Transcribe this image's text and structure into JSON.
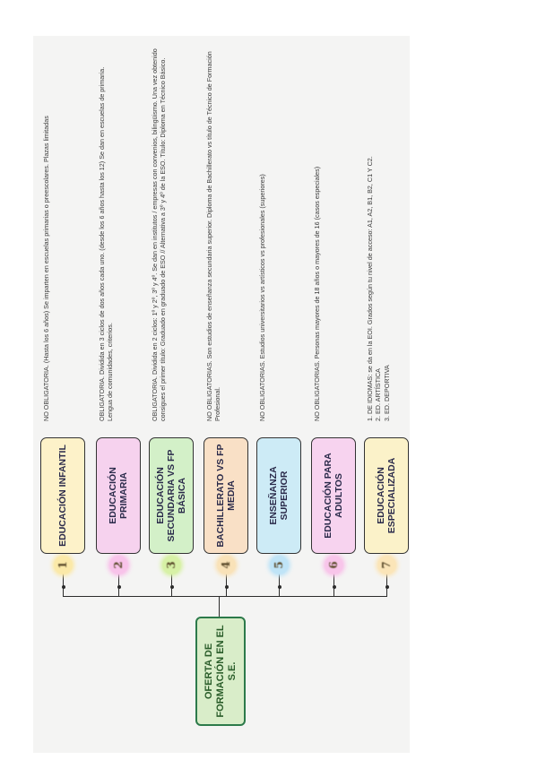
{
  "root_label": "OFERTA DE FORMACIÓN EN EL S.E.",
  "items": [
    {
      "number": "1",
      "category": "EDUCACIÓN INFANTIL",
      "description": "NO OBLIGATORIA. (Hasta los 6 años) Se imparten en escuelas primarias o preescolares. Plazas limitadas",
      "color": "#fdf2c9",
      "badge_color": "#fbe9a8"
    },
    {
      "number": "2",
      "category": "EDUCACIÓN PRIMARIA",
      "description": "OBLIGATORIA. Dividida en 3 ciclos de dos años cada uno. (desde los 6 años hasta los 12) Se dan en escuelas de primaria. Lengua de comunidades, criterios.",
      "color": "#f6d2ee",
      "badge_color": "#f8c3ea"
    },
    {
      "number": "3",
      "category": "EDUCACIÓN SECUNDARIA VS FP BÁSICA",
      "description": "OBLIGATORIA. Dividida en 2 ciclos: 1º y 2º, 3º y 4º. Se dan en institutos / empresas con convenios, bilingüismo. Una vez obtenido consigues el primer título: Graduado en graduado de ESO // Alternativa a 3º y 4º de la ESO. Título: Diploma en Técnico Básico.",
      "color": "#d3f0c8",
      "badge_color": "#d7f1a6"
    },
    {
      "number": "4",
      "category": "BACHILLERATO VS FP MEDIA",
      "description": "NO OBLIGATORIAS. Son estudios de enseñanza secundaria superior. Diploma de Bachillerato vs título de Técnico de Formación Profesional.",
      "color": "#f9e0c6",
      "badge_color": "#f9e2b8"
    },
    {
      "number": "5",
      "category": "ENSEÑANZA SUPERIOR",
      "description": "NO OBLIGATORIAS. Estudios universitarios vs artísticos vs profesionales (superiores)",
      "color": "#cdebf6",
      "badge_color": "#bfe4f7"
    },
    {
      "number": "6",
      "category": "EDUCACIÓN PARA ADULTOS",
      "description": "NO OBLIGATORIAS. Personas mayores de 18 años o mayores de 16 (casos especiales)",
      "color": "#f7d3ef",
      "badge_color": "#f8c5ea"
    },
    {
      "number": "7",
      "category": "EDUCACIÓN ESPECIALIZADA",
      "description": "1. DE IDIOMAS: se da en la EOI. Grados según tu nivel de acceso: A1, A2, B1, B2, C1 Y C2.\n2. ED. ARTÍSTICA\n3. ED. DEPORTIVA",
      "color": "#fbf2c9",
      "badge_color": "#fbe5b8"
    }
  ],
  "colors": {
    "root_fill": "#d9edc9",
    "root_border": "#2c7a4a",
    "connector": "#2b2b2b"
  }
}
